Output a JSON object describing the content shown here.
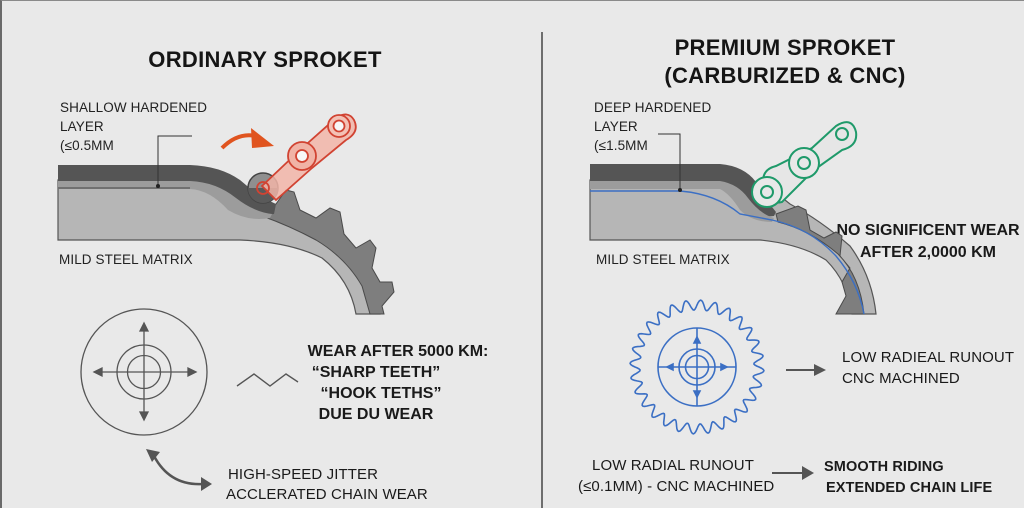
{
  "colors": {
    "background": "#e9e9e9",
    "ordinary_chain": "#d9483b",
    "ordinary_chain_fill": "#f0b3a6",
    "ordinary_arrow": "#e0541f",
    "premium_chain": "#1f9a6a",
    "premium_runout": "#3b6fc4",
    "steel_dark": "#4a4a4a",
    "steel_mid": "#9a9a9a",
    "steel_light": "#bdbdbd"
  },
  "left_panel": {
    "title": "ORDINARY SPROKET",
    "layer_label": [
      "SHALLOW HARDENED",
      "LAYER",
      "(≤0.5MM"
    ],
    "matrix_label": "MILD STEEL MATRIX",
    "wear_text": [
      "WEAR AFTER 5000 KM:",
      "“SHARP TEETH”",
      "“HOOK TETHS”",
      "DUE DU WEAR"
    ],
    "jitter_text": [
      "HIGH-SPEED JITTER",
      "ACCLERATED CHAIN WEAR"
    ],
    "icons": [
      "hardened-layer-profile",
      "orange-chain-link",
      "orange-curved-arrow",
      "runout-target",
      "zigzag-wave",
      "double-curved-arrow"
    ]
  },
  "right_panel": {
    "title": [
      "PREMIUM SPROKET",
      "(CARBURIZED & CNC)"
    ],
    "layer_label": [
      "DEEP HARDENED",
      "LAYER",
      "(≤1.5MM"
    ],
    "matrix_label": "MILD STEEL MATRIX",
    "wear_text": [
      "NO SIGNIFICENT WEAR",
      "AFTER 2,0000 KM"
    ],
    "runout_text": [
      "LOW RADIEAL RUNOUT",
      "CNC MACHINED"
    ],
    "bottom_left_text": [
      "LOW RADIAL RUNOUT",
      "(≤0.1MM) - CNC MACHINED"
    ],
    "bottom_right_text": [
      "SMOOTH RIDING",
      "EXTENDED CHAIN LIFE"
    ],
    "icons": [
      "hardened-layer-profile",
      "green-chain-link",
      "blue-gear-target",
      "right-arrow",
      "right-arrow"
    ]
  }
}
